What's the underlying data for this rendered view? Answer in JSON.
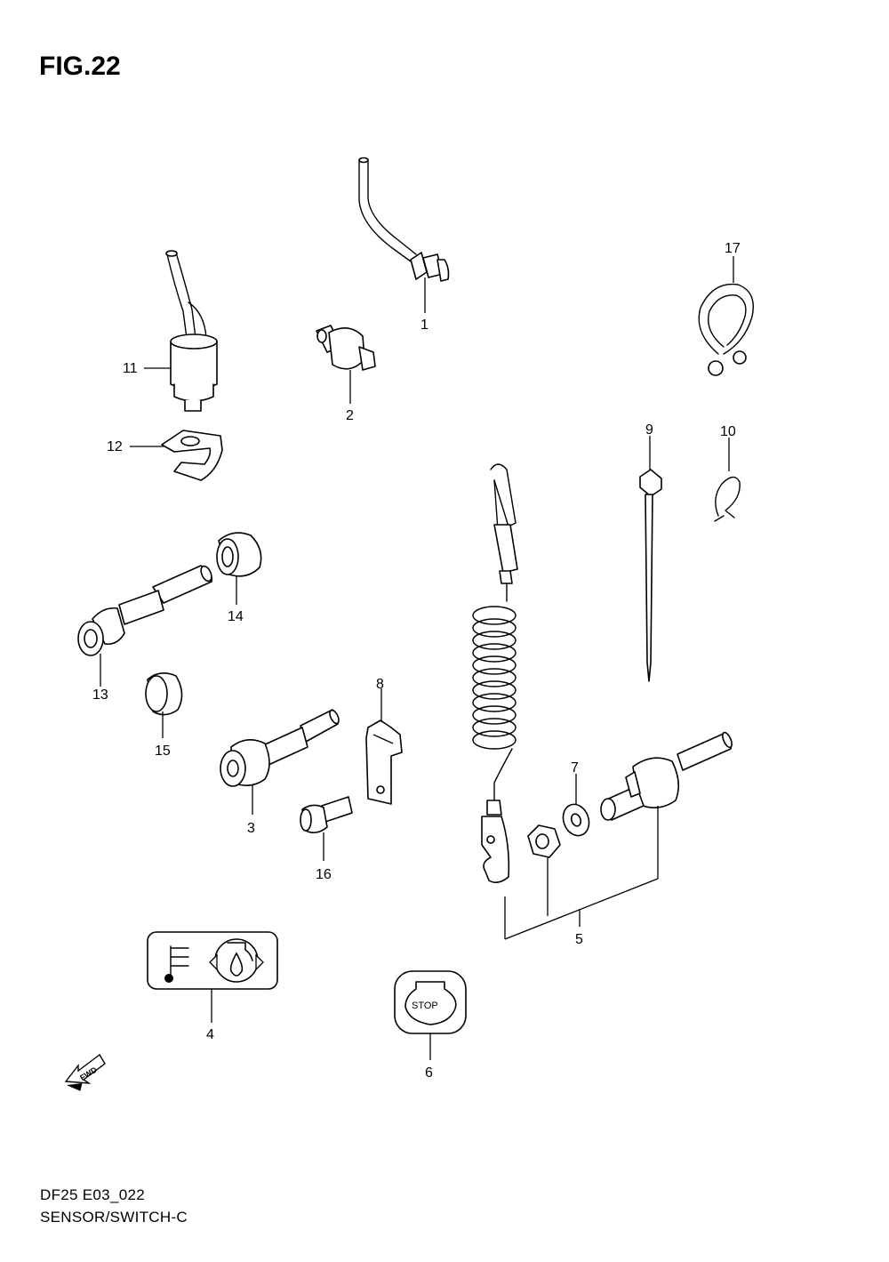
{
  "figure": {
    "title": "FIG.22",
    "code": "DF25 E03_022",
    "name": "SENSOR/SWITCH-C"
  },
  "callouts": [
    "1",
    "2",
    "3",
    "4",
    "5",
    "6",
    "7",
    "8",
    "9",
    "10",
    "11",
    "12",
    "13",
    "14",
    "15",
    "16",
    "17"
  ],
  "labels": {
    "stop": "STOP",
    "fwd": "FWD"
  }
}
